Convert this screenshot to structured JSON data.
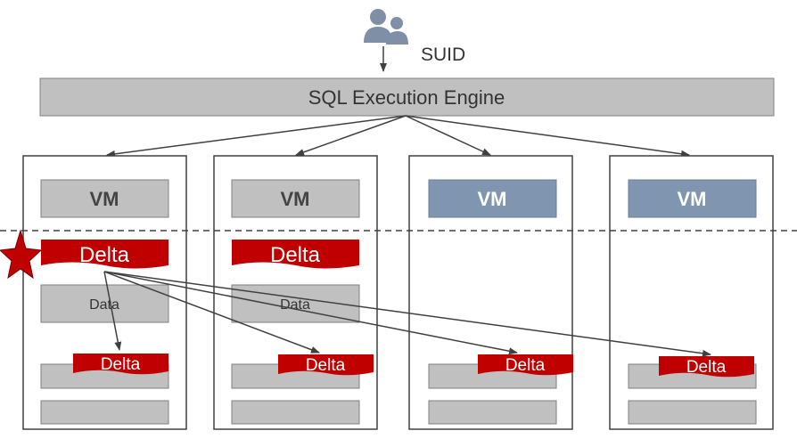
{
  "user": {
    "label": "SUID",
    "icon": "users-icon"
  },
  "engine": {
    "label": "SQL Execution Engine"
  },
  "colors": {
    "gray_box": "#c0c0c0",
    "vm_blue": "#8096b0",
    "delta_red": "#c00000",
    "marker_star": "#c00000",
    "node_border": "#404040",
    "arrow": "#404040"
  },
  "nodes": [
    {
      "vm": "VM",
      "vm_style": "gray",
      "delta": "Delta",
      "data": "Data",
      "small_delta": "Delta",
      "source": true
    },
    {
      "vm": "VM",
      "vm_style": "gray",
      "delta": "Delta",
      "data": "Data",
      "small_delta": "Delta",
      "source": false
    },
    {
      "vm": "VM",
      "vm_style": "blue",
      "delta": "",
      "data": "",
      "small_delta": "Delta",
      "source": false
    },
    {
      "vm": "VM",
      "vm_style": "blue",
      "delta": "",
      "data": "",
      "small_delta": "Delta",
      "source": false
    }
  ]
}
